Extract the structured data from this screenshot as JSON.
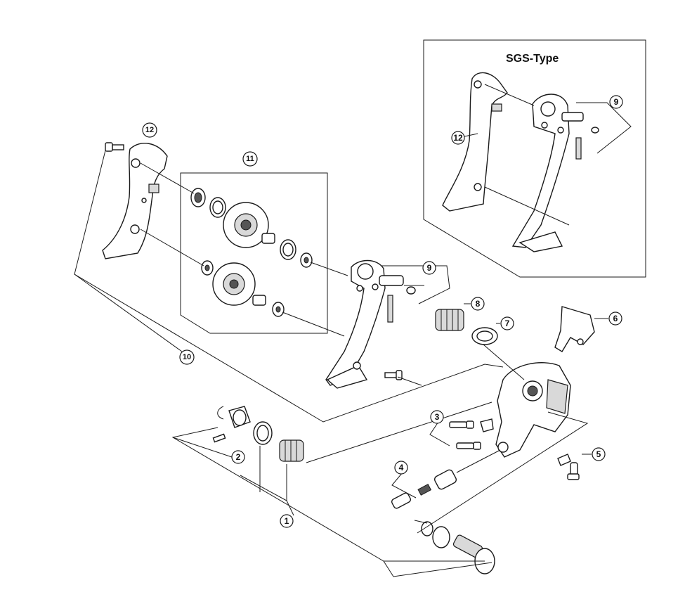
{
  "diagram": {
    "inset_title": "SGS-Type",
    "callouts": {
      "c1": "1",
      "c2": "2",
      "c3": "3",
      "c4": "4",
      "c5": "5",
      "c6": "6",
      "c7": "7",
      "c8": "8",
      "c9": "9",
      "c10": "10",
      "c11": "11",
      "c12": "12",
      "sgs9": "9",
      "sgs12": "12"
    }
  }
}
